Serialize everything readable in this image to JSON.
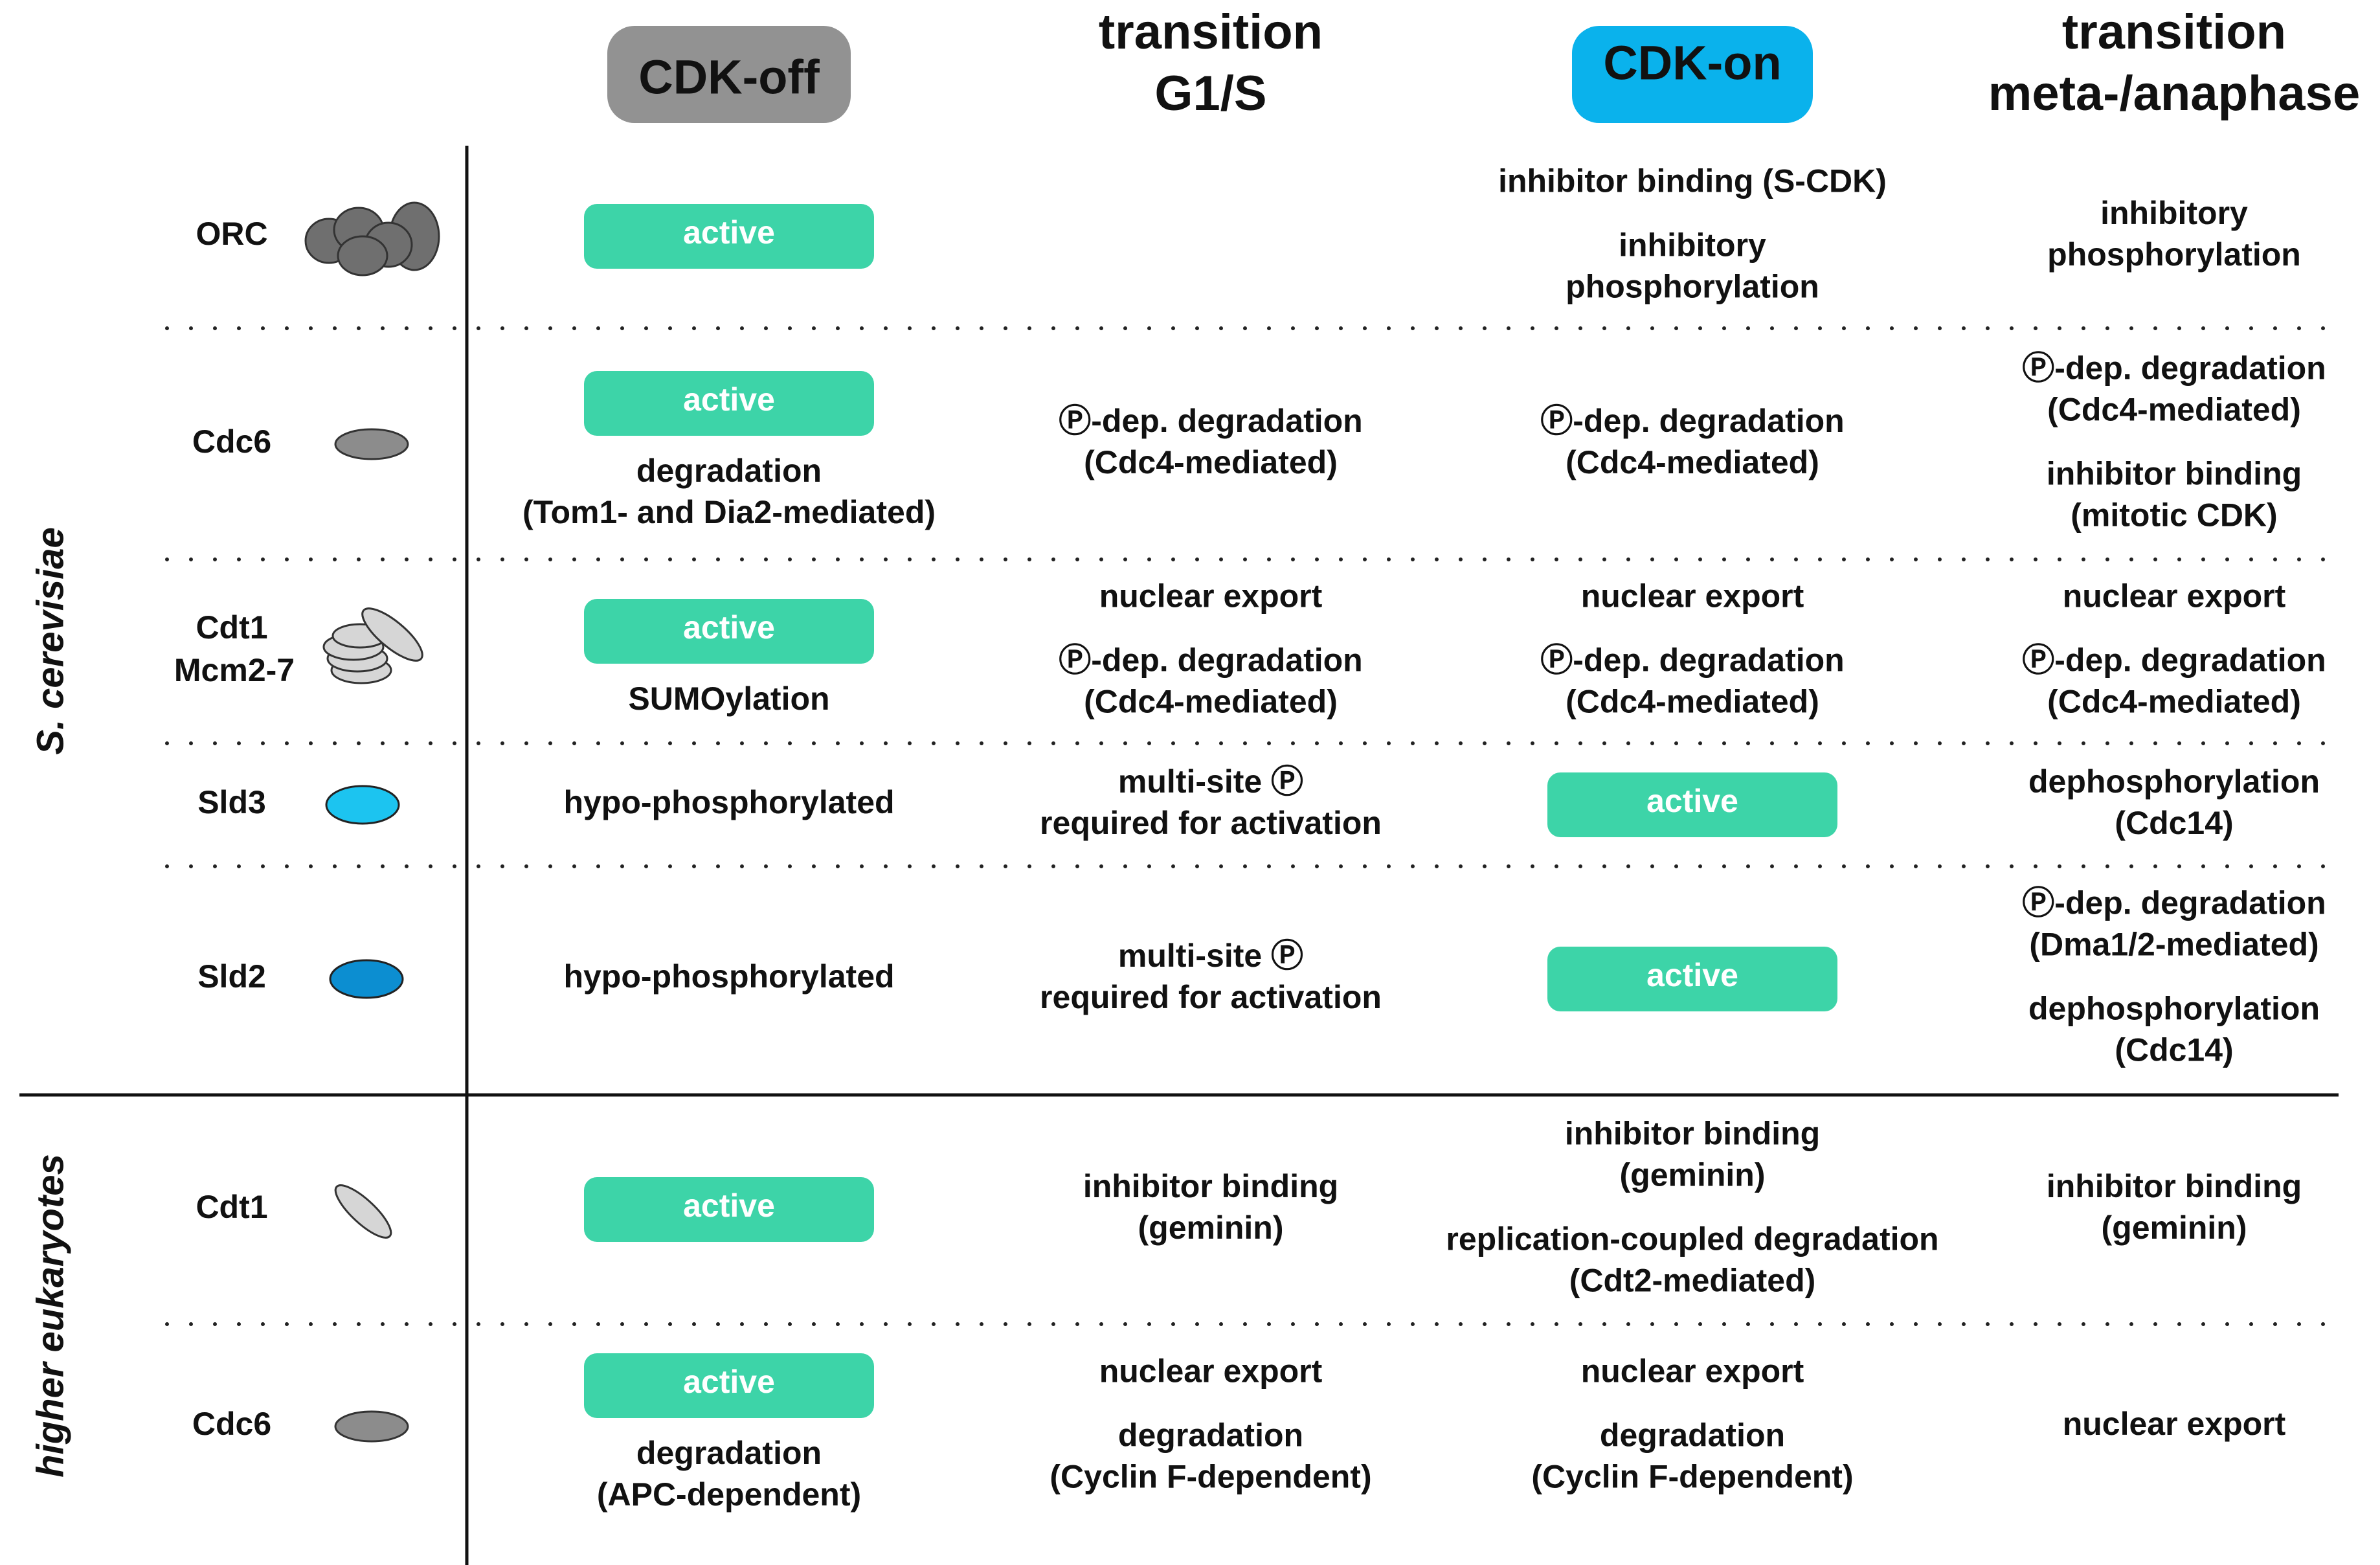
{
  "headers": {
    "cdk_off": "CDK-off",
    "g1s": [
      "transition",
      "G1/S"
    ],
    "cdk_on": "CDK-on",
    "meta": [
      "transition",
      "meta-/anaphase"
    ]
  },
  "groups": {
    "yeast": "S. cerevisiae",
    "higher": "higher eukaryotes"
  },
  "active_label": "active",
  "rows": [
    {
      "name": [
        "ORC"
      ],
      "icon": "orc-complex-icon",
      "off": {
        "active": true,
        "lines": []
      },
      "g1s": [],
      "on": [
        [
          "inhibitor binding (S-CDK)"
        ],
        [
          "inhibitory",
          "phosphorylation"
        ]
      ],
      "meta": [
        [
          "inhibitory",
          "phosphorylation"
        ]
      ]
    },
    {
      "name": [
        "Cdc6"
      ],
      "icon": "cdc6-grey-oval-icon",
      "off": {
        "active": true,
        "lines": [
          "degradation",
          "(Tom1- and Dia2-mediated)"
        ]
      },
      "g1s": [
        [
          "Ⓟ-dep. degradation",
          "(Cdc4-mediated)"
        ]
      ],
      "on": [
        [
          "Ⓟ-dep. degradation",
          "(Cdc4-mediated)"
        ]
      ],
      "meta": [
        [
          "Ⓟ-dep.  degradation",
          "(Cdc4-mediated)"
        ],
        [
          "inhibitor binding",
          "(mitotic CDK)"
        ]
      ]
    },
    {
      "name": [
        "Cdt1",
        "Mcm2-7"
      ],
      "icon": "cdt1-mcm-stack-icon",
      "off": {
        "active": true,
        "lines": [
          "SUMOylation"
        ]
      },
      "g1s": [
        [
          "nuclear export"
        ],
        [
          "Ⓟ-dep. degradation",
          "(Cdc4-mediated)"
        ]
      ],
      "on": [
        [
          "nuclear export"
        ],
        [
          "Ⓟ-dep. degradation",
          "(Cdc4-mediated)"
        ]
      ],
      "meta": [
        [
          "nuclear export"
        ],
        [
          "Ⓟ-dep. degradation",
          "(Cdc4-mediated)"
        ]
      ]
    },
    {
      "name": [
        "Sld3"
      ],
      "icon": "sld3-cyan-oval-icon",
      "off": {
        "active": false,
        "lines": [
          "hypo-phosphorylated"
        ]
      },
      "g1s": [
        [
          "multi-site Ⓟ",
          "required for activation"
        ]
      ],
      "on_active": true,
      "on": [],
      "meta": [
        [
          "dephosphorylation",
          "(Cdc14)"
        ]
      ]
    },
    {
      "name": [
        "Sld2"
      ],
      "icon": "sld2-blue-oval-icon",
      "off": {
        "active": false,
        "lines": [
          "hypo-phosphorylated"
        ]
      },
      "g1s": [
        [
          "multi-site Ⓟ",
          "required for activation"
        ]
      ],
      "on_active": true,
      "on": [],
      "meta": [
        [
          "Ⓟ-dep. degradation",
          "(Dma1/2-mediated)"
        ],
        [
          "dephosphorylation",
          "(Cdc14)"
        ]
      ]
    },
    {
      "name": [
        "Cdt1"
      ],
      "icon": "cdt1-tilted-oval-icon",
      "off": {
        "active": true,
        "lines": []
      },
      "g1s": [
        [
          "inhibitor binding",
          "(geminin)"
        ]
      ],
      "on": [
        [
          "inhibitor binding",
          "(geminin)"
        ],
        [
          "replication-coupled degradation",
          "(Cdt2-mediated)"
        ]
      ],
      "meta": [
        [
          "inhibitor binding",
          "(geminin)"
        ]
      ]
    },
    {
      "name": [
        "Cdc6"
      ],
      "icon": "cdc6-grey-oval-icon",
      "off": {
        "active": true,
        "lines": [
          "degradation",
          "(APC-dependent)"
        ]
      },
      "g1s": [
        [
          "nuclear export"
        ],
        [
          "degradation",
          "(Cyclin F-dependent)"
        ]
      ],
      "on": [
        [
          "nuclear export"
        ],
        [
          "degradation",
          "(Cyclin F-dependent)"
        ]
      ],
      "meta": [
        [
          "nuclear export"
        ]
      ]
    }
  ],
  "colors": {
    "active_fill": "#3dd4a8",
    "cdk_off_fill": "#929292",
    "cdk_on_fill": "#0ab2ec",
    "grey_oval": "#8c8c8c",
    "light_oval": "#d6d6d6",
    "orc_fill": "#6f6f6f",
    "sld3_fill": "#1cc4f0",
    "sld2_fill": "#0c8ed1"
  }
}
